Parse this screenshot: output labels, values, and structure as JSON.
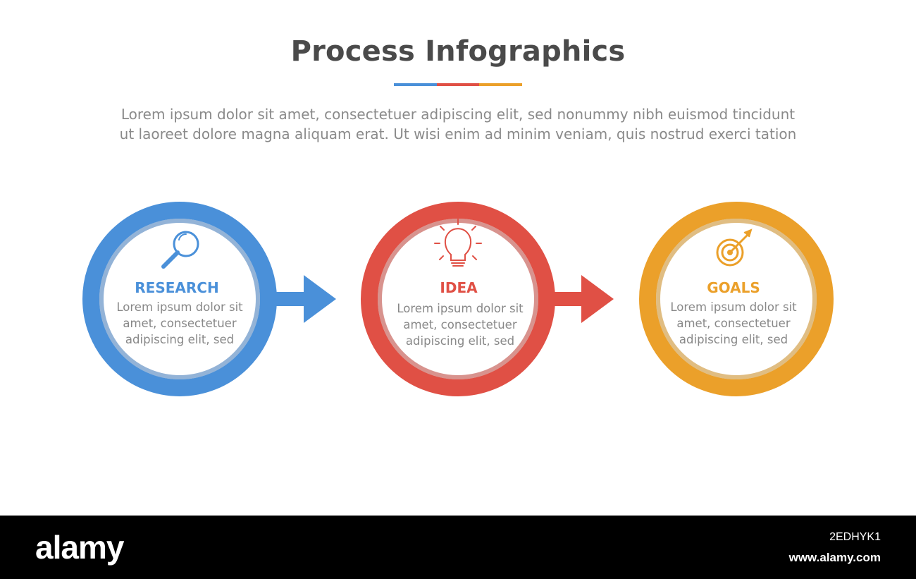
{
  "header": {
    "title": "Process Infographics",
    "description_lines": [
      "Lorem ipsum dolor sit amet, consectetuer adipiscing elit, sed nonummy nibh euismod tincidunt",
      "ut laoreet dolore magna aliquam erat. Ut wisi enim ad minim veniam, quis nostrud exerci tation"
    ]
  },
  "colors": {
    "blue": "#4a90d9",
    "red": "#e05045",
    "orange": "#eba02a",
    "title": "#4a4a4a",
    "body_text": "#888888"
  },
  "steps": [
    {
      "label": "RESEARCH",
      "icon": "magnifier-icon",
      "color": "#4a90d9",
      "text": [
        "Lorem ipsum dolor sit",
        "amet, consectetuer",
        "adipiscing elit, sed"
      ]
    },
    {
      "label": "IDEA",
      "icon": "lightbulb-icon",
      "color": "#e05045",
      "text": [
        "Lorem ipsum dolor sit",
        "amet, consectetuer",
        "adipiscing elit, sed"
      ]
    },
    {
      "label": "GOALS",
      "icon": "target-icon",
      "color": "#eba02a",
      "text": [
        "Lorem ipsum dolor sit",
        "amet, consectetuer",
        "adipiscing elit, sed"
      ]
    }
  ],
  "footer": {
    "brand": "alamy",
    "image_id": "2EDHYK1",
    "site": "www.alamy.com"
  }
}
